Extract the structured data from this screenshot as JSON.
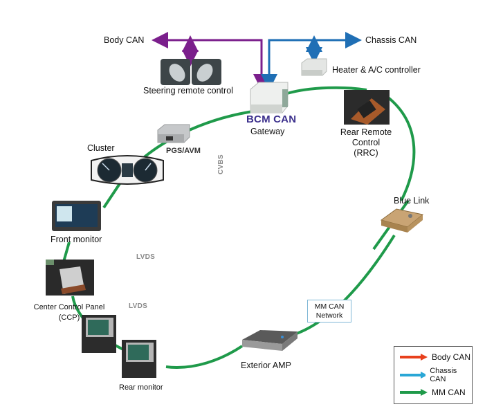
{
  "diagram": {
    "title": "Vehicle CAN network topology",
    "buses": {
      "body_can": {
        "label": "Body CAN",
        "color": "#7b1f8c"
      },
      "chassis_can": {
        "label": "Chassis CAN",
        "color": "#1f6fb5"
      },
      "mm_can": {
        "label": "MM CAN",
        "color": "#1f9a4a"
      }
    },
    "nodes": {
      "steering": {
        "label": "Steering remote control"
      },
      "heater": {
        "label": "Heater & A/C controller"
      },
      "bcm": {
        "title": "BCM CAN",
        "label": "Gateway"
      },
      "rrc": {
        "line1": "Rear Remote",
        "line2": "Control",
        "line3": "(RRC)"
      },
      "pgs": {
        "label": "PGS/AVM"
      },
      "cluster": {
        "label": "Cluster"
      },
      "front_monitor": {
        "label": "Front monitor"
      },
      "ccp": {
        "line1": "Center Control Panel",
        "line2": "(CCP)"
      },
      "rear_monitor": {
        "label": "Rear monitor"
      },
      "amp": {
        "label": "Exterior AMP"
      },
      "blue_link": {
        "label": "Blue Link"
      }
    },
    "signal_tags": {
      "cvbs": "CVBS",
      "lvds_1": "LVDS",
      "lvds_2": "LVDS"
    },
    "network_box": {
      "line1": "MM CAN",
      "line2": "Network"
    }
  },
  "legend": {
    "items": [
      {
        "label": "Body CAN",
        "color": "#e8401c"
      },
      {
        "label": "Chassis CAN",
        "color": "#2aa7d6"
      },
      {
        "label": "MM CAN",
        "color": "#1f9a4a"
      }
    ]
  }
}
